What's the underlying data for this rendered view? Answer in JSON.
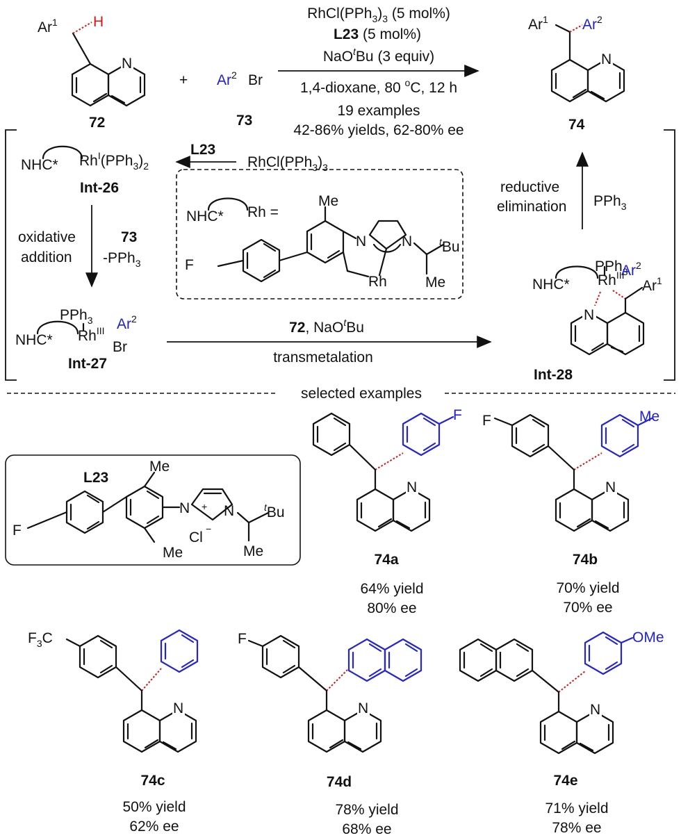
{
  "reaction": {
    "substrate_id": "72",
    "reagent_id": "73",
    "product_id": "74",
    "plus": "+",
    "substrate_ar": "Ar",
    "substrate_ar_sup": "1",
    "substrate_h": "H",
    "reagent_ar": "Ar",
    "reagent_ar_sup": "2",
    "reagent_br": "Br",
    "product_ar1": "Ar",
    "product_ar1_sup": "1",
    "product_ar2": "Ar",
    "product_ar2_sup": "2",
    "n_atom": "N",
    "conditions": {
      "catalyst": "RhCl(PPh",
      "catalyst_sub": "3",
      "catalyst_tail": ")",
      "catalyst_sub2": "3",
      "catalyst_load": " (5 mol%)",
      "ligand": "L23",
      "ligand_load": " (5 mol%)",
      "base": "NaO",
      "base_t": "t",
      "base_tail": "Bu (3 equiv)",
      "solvent": "1,4-dioxane, 80 ",
      "solvent_deg": "o",
      "solvent_tail": "C, 12 h"
    },
    "scope": {
      "line1": "19 examples",
      "line2": "42-86% yields, 62-80% ee"
    }
  },
  "cycle": {
    "int26": "Int-26",
    "int27": "Int-27",
    "int28": "Int-28",
    "nhc": "NHC*",
    "rh": "Rh",
    "rh_ox1": "I",
    "pph3_2": "(PPh",
    "pph3_2_sub": "3",
    "pph3_2_tail": ")",
    "pph3_2_sub2": "2",
    "rh_ox3": "III",
    "pph3": "PPh",
    "pph3_sub": "3",
    "br": "Br",
    "ar": "Ar",
    "ar_sup1": "1",
    "ar_sup2": "2",
    "l23_arrow": "L23",
    "rhcl": "RhCl(PPh",
    "rhcl_sub": "3",
    "rhcl_tail": ")",
    "rhcl_sub2": "3",
    "oxidative": "oxidative",
    "addition": "addition",
    "ox_reagent": "73",
    "ox_minus": "-PPh",
    "ox_minus_sub": "3",
    "trans_reagent": "72",
    "trans_base": ", NaO",
    "trans_base_t": "t",
    "trans_base_tail": "Bu",
    "transmetalation": "transmetalation",
    "reductive": "reductive",
    "elimination": "elimination",
    "re_pph3": "PPh",
    "re_pph3_sub": "3",
    "def_nhc": "NHC*",
    "def_rh": "Rh =",
    "def_me": "Me",
    "def_tbu_t": "t",
    "def_tbu": "Bu",
    "def_me2": "Me",
    "def_f": "F",
    "def_rh2": "Rh",
    "def_n1": "N",
    "def_n2": "N"
  },
  "section_label": "selected examples",
  "ligand_box": {
    "name": "L23",
    "me_top": "Me",
    "me_bottom": "Me",
    "f": "F",
    "n_plus": "N",
    "plus": "+",
    "n2": "N",
    "tbu_t": "t",
    "tbu": "Bu",
    "me": "Me",
    "cl": "Cl",
    "minus": "−"
  },
  "examples": [
    {
      "id": "74a",
      "yield": "64% yield",
      "ee": "80% ee",
      "sub_left": "",
      "sub_right": "F"
    },
    {
      "id": "74b",
      "yield": "70% yield",
      "ee": "70% ee",
      "sub_left": "F",
      "sub_right": "Me"
    },
    {
      "id": "74c",
      "yield": "50% yield",
      "ee": "62% ee",
      "sub_left": "F",
      "sub_left_pre": "F",
      "sub_left_sub": "3",
      "sub_left_post": "C",
      "sub_right": ""
    },
    {
      "id": "74d",
      "yield": "78% yield",
      "ee": "68% ee",
      "sub_left": "F",
      "sub_right": ""
    },
    {
      "id": "74e",
      "yield": "71% yield",
      "ee": "78% ee",
      "sub_left": "",
      "sub_right": "OMe"
    }
  ],
  "colors": {
    "ink": "#111111",
    "blue": "#1f1fd6",
    "red": "#e01010"
  }
}
